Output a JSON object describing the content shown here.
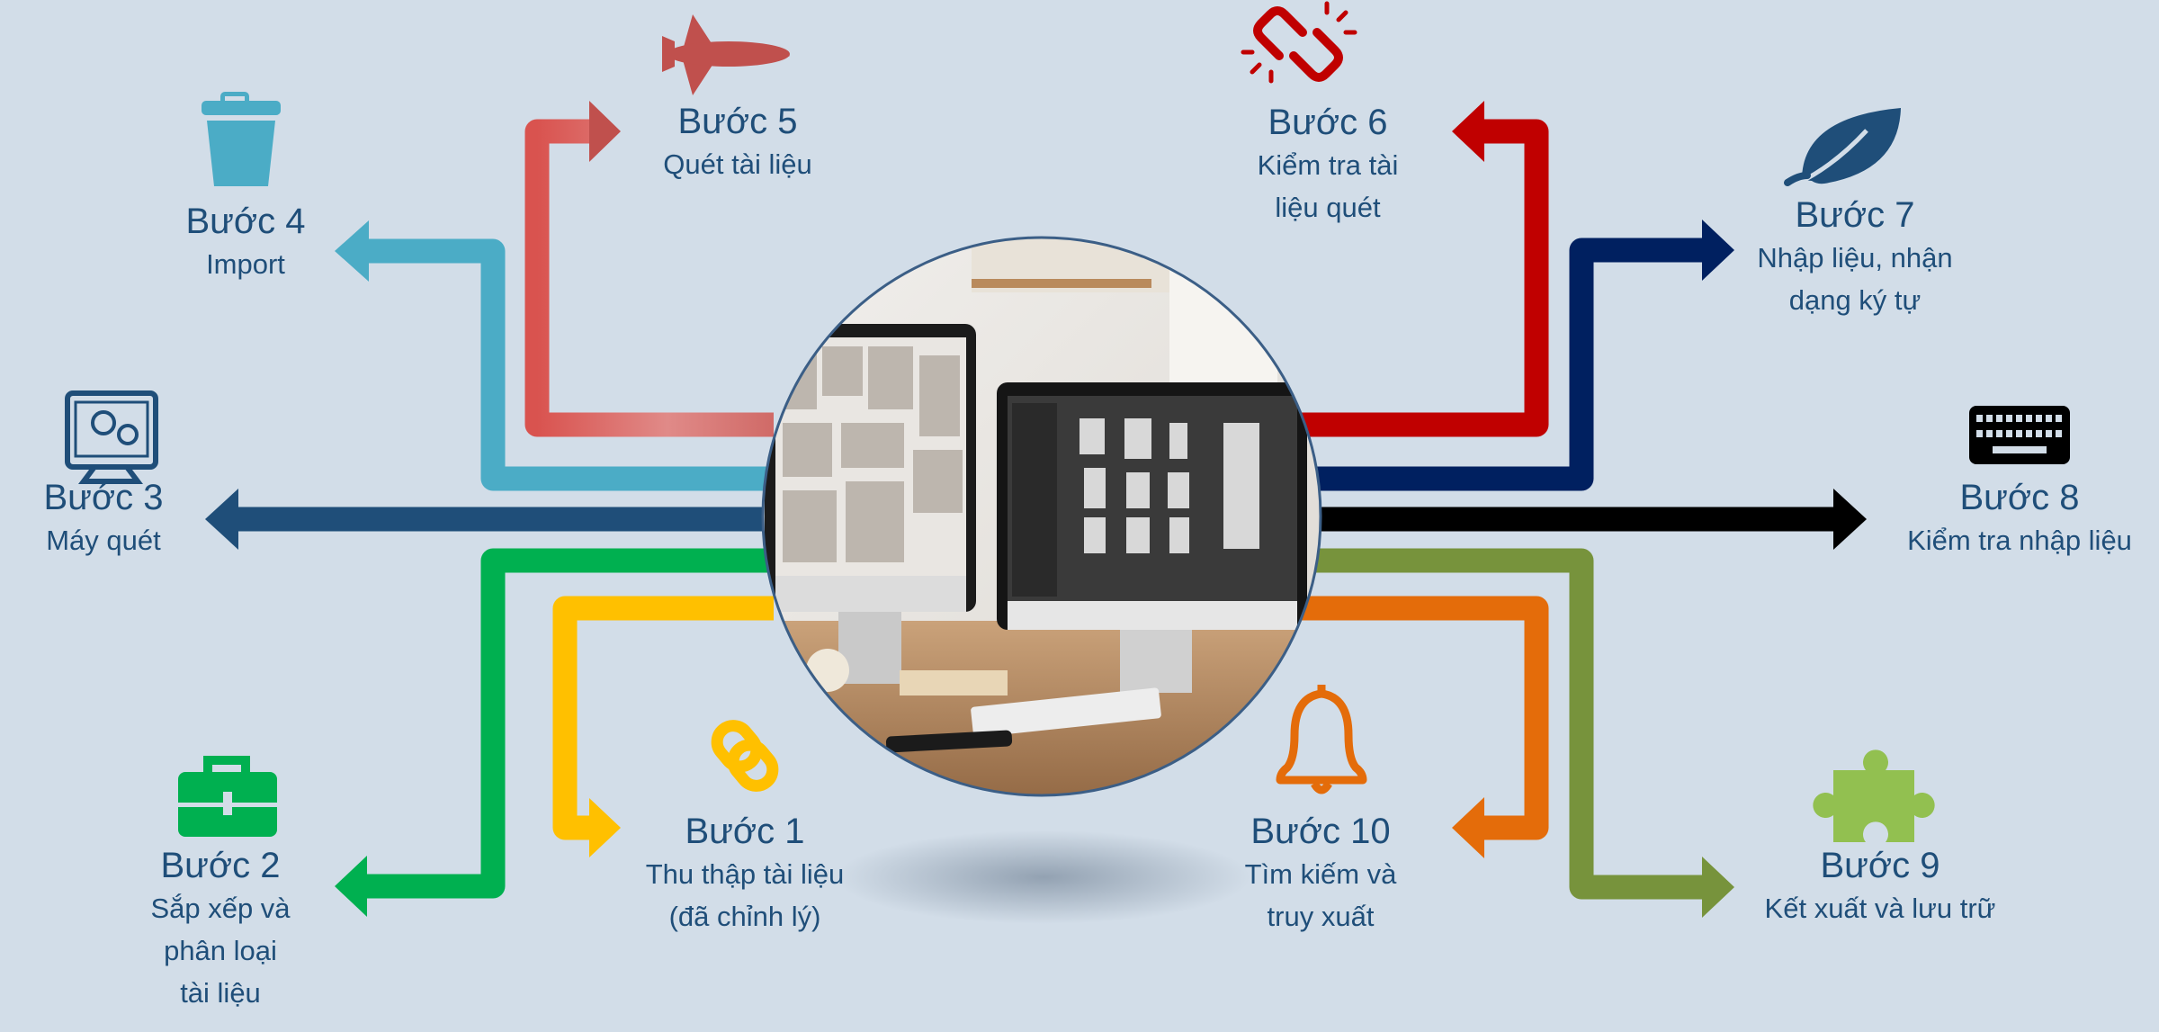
{
  "steps": [
    {
      "id": "1",
      "title": "Bước 1",
      "desc": "Thu thập tài liệu\n(đã chỉnh lý)",
      "color": "#ffc000",
      "icon": "chain-link-icon"
    },
    {
      "id": "2",
      "title": "Bước 2",
      "desc": "Sắp xếp và\nphân loại\ntài liệu",
      "color": "#00b050",
      "icon": "toolbox-icon"
    },
    {
      "id": "3",
      "title": "Bước 3",
      "desc": "Máy quét",
      "color": "#1f4e79",
      "icon": "monitor-settings-icon"
    },
    {
      "id": "4",
      "title": "Bước 4",
      "desc": "Import",
      "color": "#4bacc6",
      "icon": "trash-bin-icon"
    },
    {
      "id": "5",
      "title": "Bước 5",
      "desc": "Quét tài liệu",
      "color": "#c0504d",
      "icon": "space-shuttle-icon"
    },
    {
      "id": "6",
      "title": "Bước 6",
      "desc": "Kiểm tra tài\nliệu quét",
      "color": "#c00000",
      "icon": "broken-link-icon"
    },
    {
      "id": "7",
      "title": "Bước 7",
      "desc": "Nhập liệu, nhận\ndạng ký tự",
      "color": "#002060",
      "icon": "leaf-icon"
    },
    {
      "id": "8",
      "title": "Bước 8",
      "desc": "Kiểm tra nhập liệu",
      "color": "#000000",
      "icon": "keyboard-icon"
    },
    {
      "id": "9",
      "title": "Bước 9",
      "desc": "Kết xuất và lưu trữ",
      "color": "#77933c",
      "icon": "puzzle-piece-icon"
    },
    {
      "id": "10",
      "title": "Bước 10",
      "desc": "Tìm kiếm và\ntruy xuất",
      "color": "#e46c0a",
      "icon": "bell-icon"
    }
  ],
  "center": {
    "picture": "desk-with-two-monitors-photo"
  },
  "colors": {
    "background": "#d2dde8",
    "text": "#1f4e79"
  }
}
